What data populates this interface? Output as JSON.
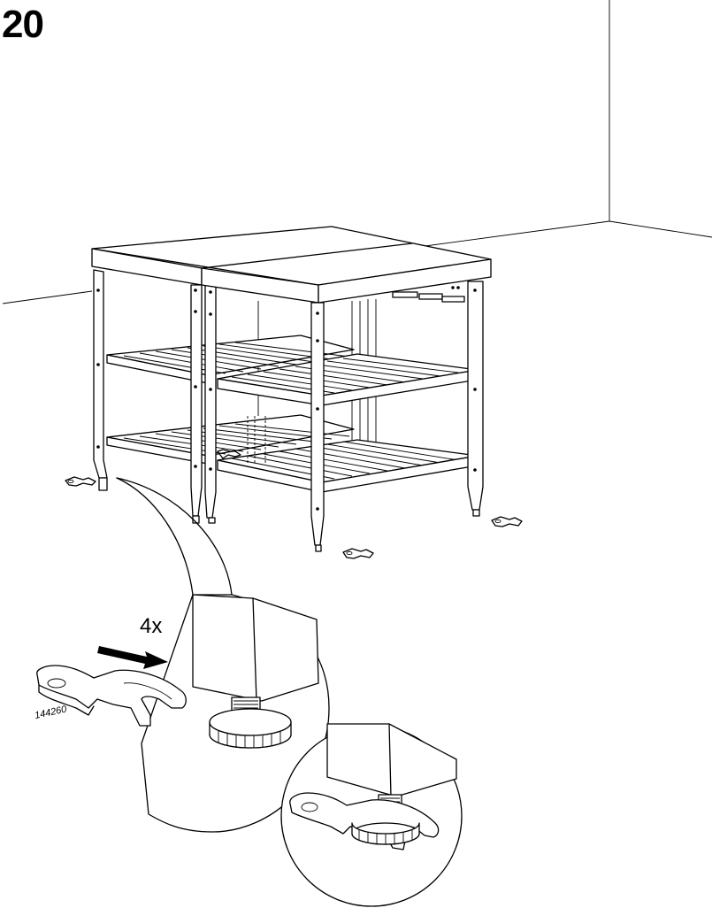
{
  "step": {
    "number": "20"
  },
  "detail": {
    "quantity": "4x",
    "part_number": "144260"
  },
  "icons": [
    "fitting-bracket-icon",
    "leg-adjuster-icon",
    "direction-arrow-icon"
  ]
}
